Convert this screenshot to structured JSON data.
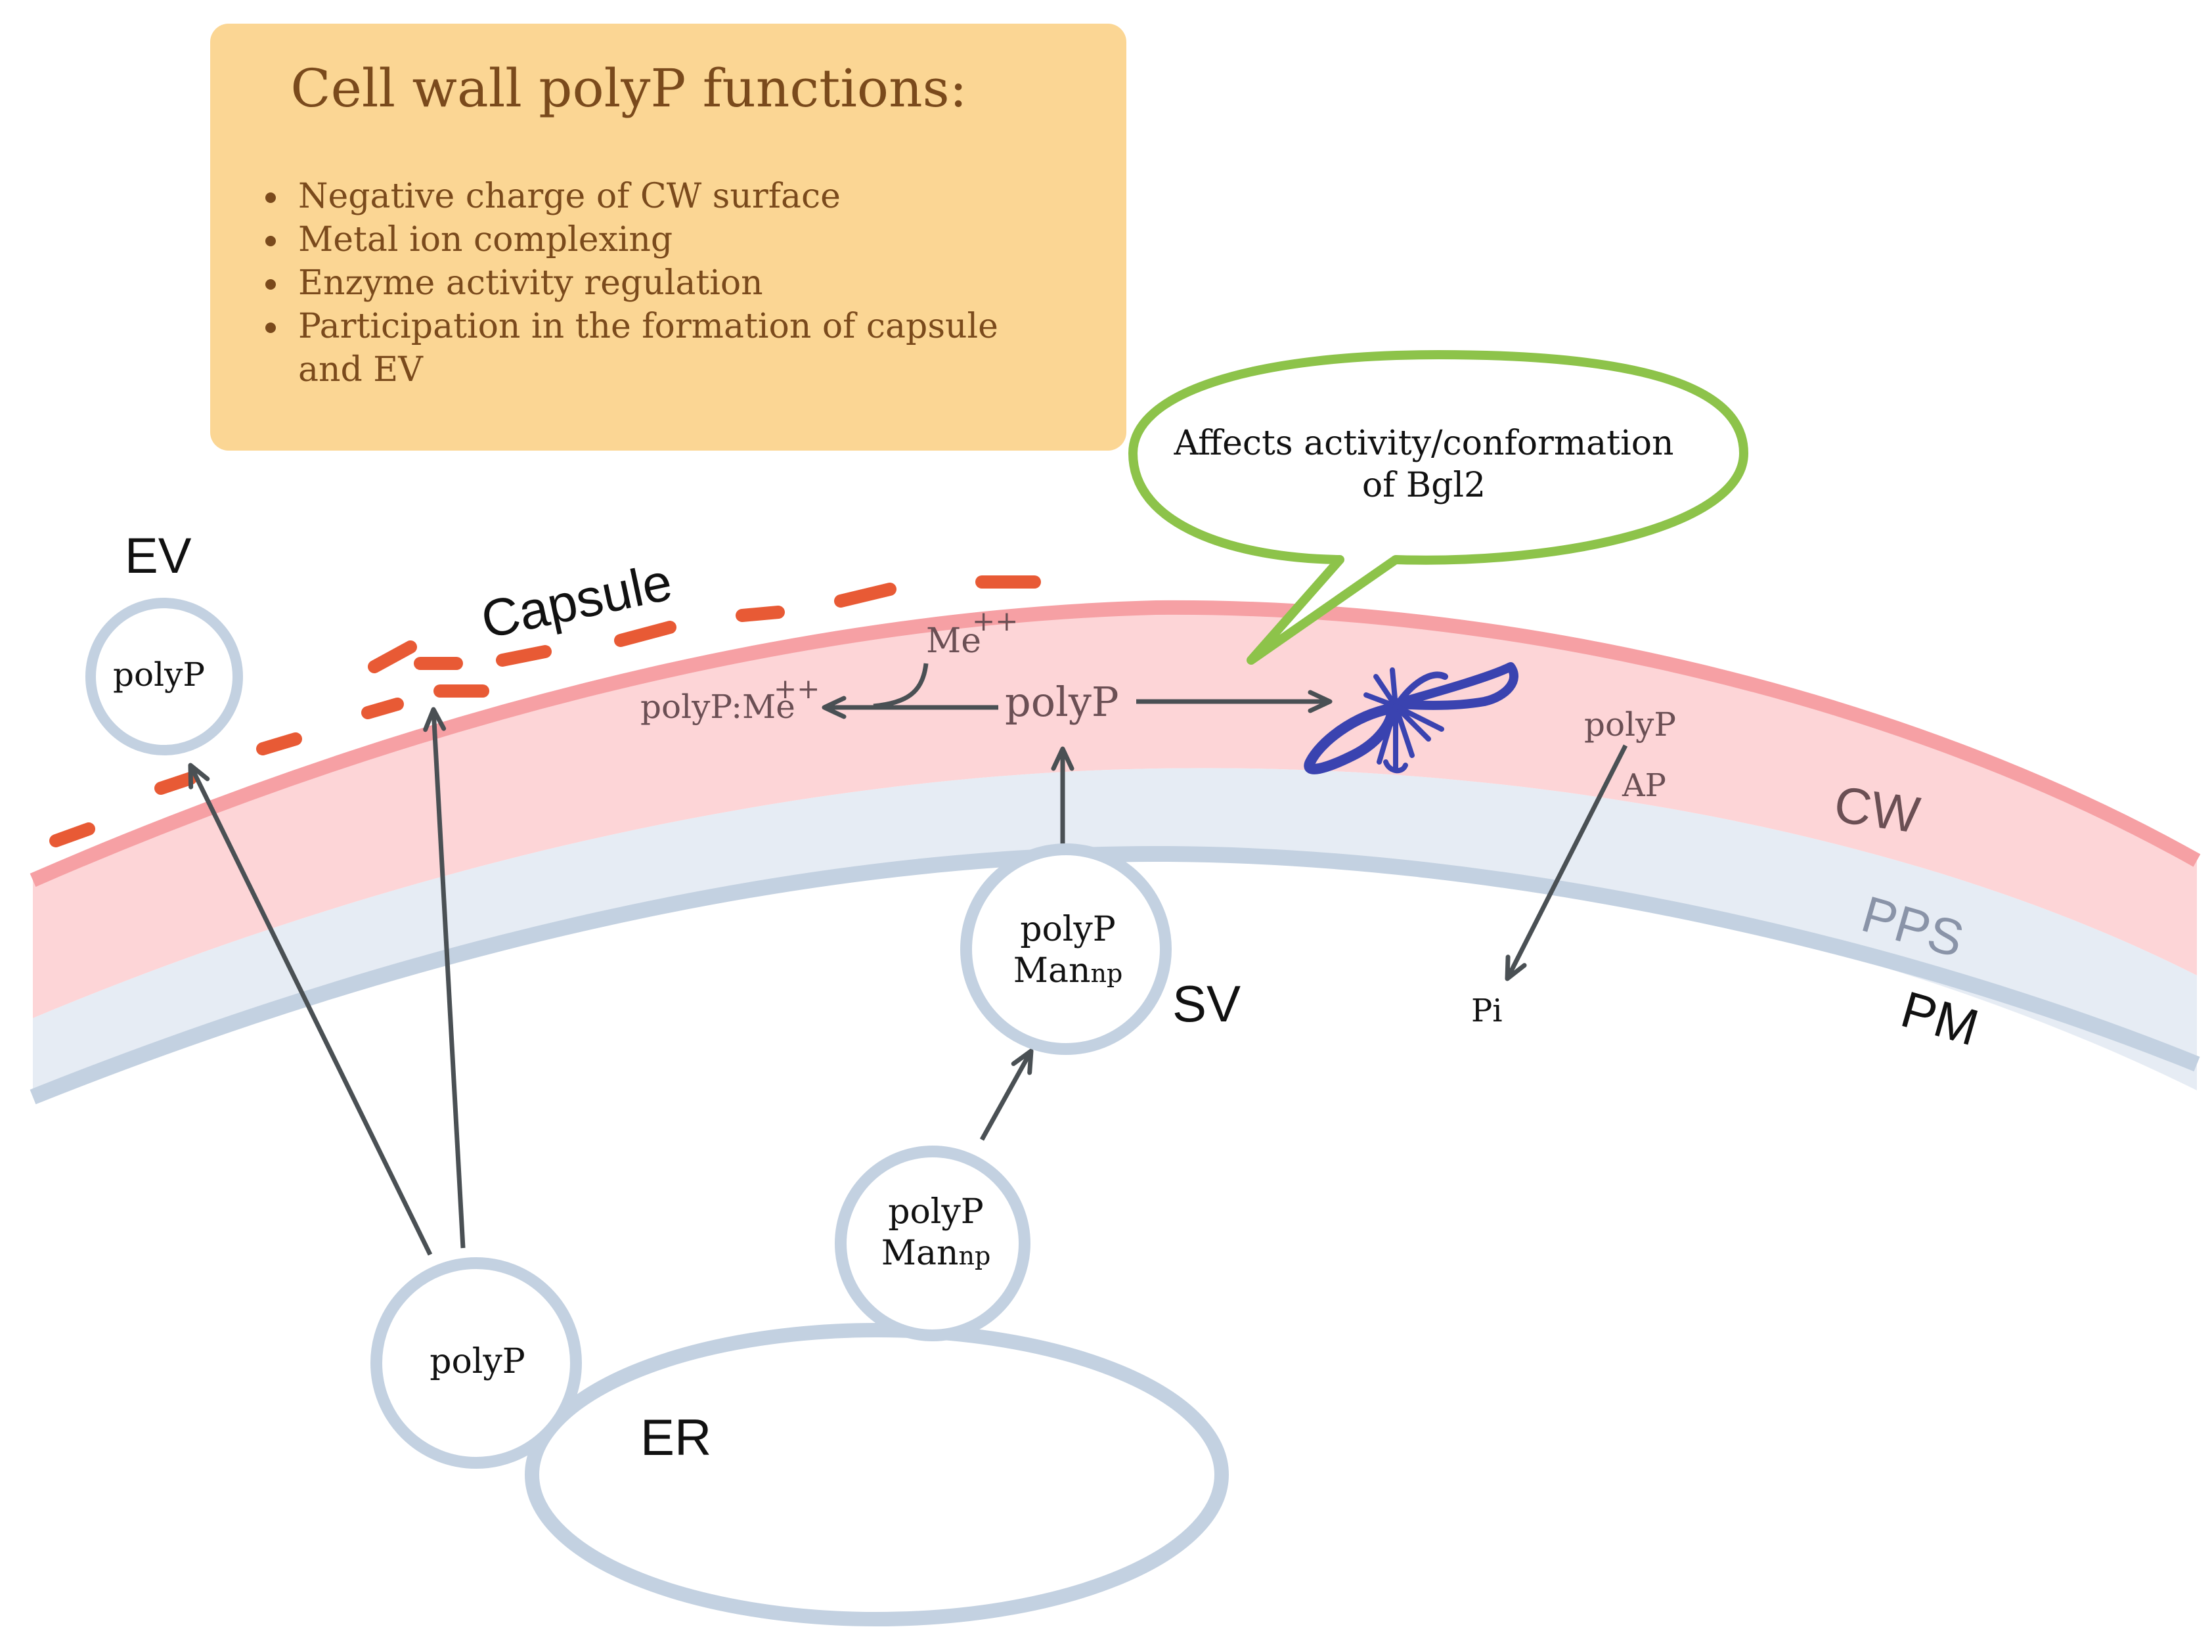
{
  "functions_box": {
    "title": "Cell wall polyP functions:",
    "items": [
      "Negative charge of CW surface",
      "Metal ion complexing",
      "Enzyme activity regulation",
      "Participation in the formation of capsule and EV"
    ]
  },
  "callout": {
    "line1": "Affects activity/conformation",
    "line2": "of Bgl2"
  },
  "labels": {
    "ev": "EV",
    "capsule": "Capsule",
    "cw": "CW",
    "pps": "PPS",
    "pm": "PM",
    "sv": "SV",
    "er": "ER"
  },
  "vesicles": {
    "ev_content": "polyP",
    "sv_line1": "polyP",
    "sv_line2": "Man",
    "sv_sub": "np",
    "bud_line1": "polyP",
    "bud_line2": "Man",
    "bud_sub": "np",
    "er_vesicle_content": "polyP"
  },
  "cell_wall": {
    "polyp": "polyP",
    "me": "Me",
    "me_charge": "++",
    "complex": "polyP:Me",
    "complex_charge": "++",
    "polyp_right": "polyP",
    "ap": "AP",
    "pi": "Pi"
  },
  "colors": {
    "cw_fill": "#fdd5d7",
    "cw_edge": "#f6a0a4",
    "pps_fill": "#e6ecf4",
    "membrane": "#c3d1e1",
    "capsule": "#e85a35",
    "arrow": "#4a5054",
    "callout": "#8dc34a",
    "bgl2": "#3a43b0",
    "box": "#fbd694"
  }
}
